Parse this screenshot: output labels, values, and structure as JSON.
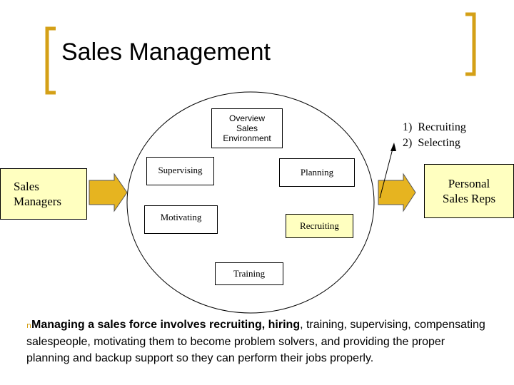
{
  "slide": {
    "title": "Sales Management",
    "accent_color": "#d4a017",
    "highlight_color": "#ffffc0"
  },
  "diagram": {
    "center_boxes": {
      "overview": "Overview\nSales\nEnvironment",
      "supervising": "Supervising",
      "planning": "Planning",
      "motivating": "Motivating",
      "recruiting": "Recruiting",
      "training": "Training"
    },
    "left_box": "Sales\nManagers",
    "right_box": "Personal\nSales Reps",
    "steps": [
      "1)  Recruiting",
      "2)  Selecting"
    ]
  },
  "note": {
    "bullet": "n",
    "bold_part": "Managing a sales force involves recruiting, hiring",
    "rest": ", training, supervising, compensating salespeople, motivating them to become problem solvers, and providing the proper planning and backup support so they can perform their jobs properly."
  }
}
